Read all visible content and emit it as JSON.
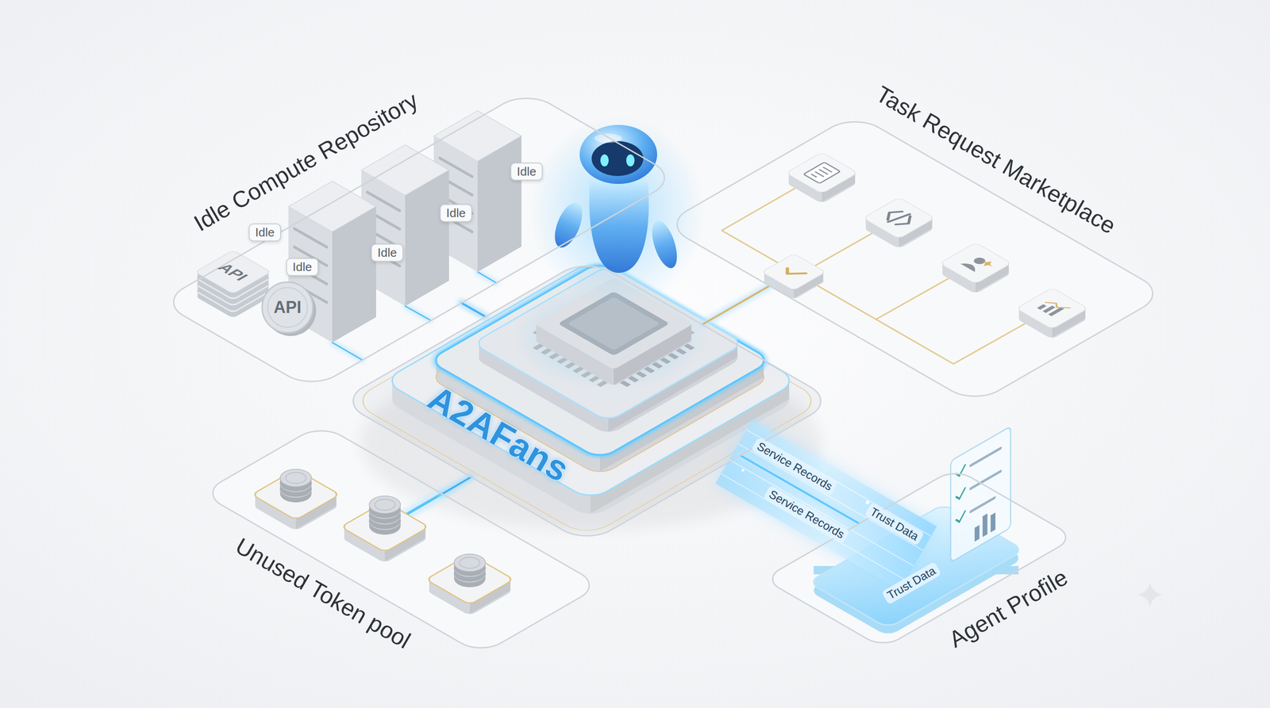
{
  "diagram": {
    "nodes": [
      {
        "text": [
          "Idle Compute Repository"
        ]
      },
      {
        "text": [
          "Task Request Marketplace"
        ]
      },
      {
        "text": [
          "A2AFans"
        ]
      },
      {
        "text": [
          "Unused Token pool"
        ]
      },
      {
        "text": [
          "Agent Profile"
        ]
      }
    ],
    "edges": [
      {
        "from": 0,
        "to": 2,
        "arrow": "none"
      },
      {
        "from": 1,
        "to": 2,
        "arrow": "none"
      },
      {
        "from": 3,
        "to": 2,
        "arrow": "none"
      },
      {
        "from": 2,
        "to": 4,
        "arrow": "none"
      }
    ],
    "labels": [
      "Idle",
      "Idle",
      "Idle",
      "Idle",
      "Idle",
      "API",
      "API",
      "Service Records",
      "Trust Data",
      "Service Records",
      "Trust Data"
    ]
  }
}
